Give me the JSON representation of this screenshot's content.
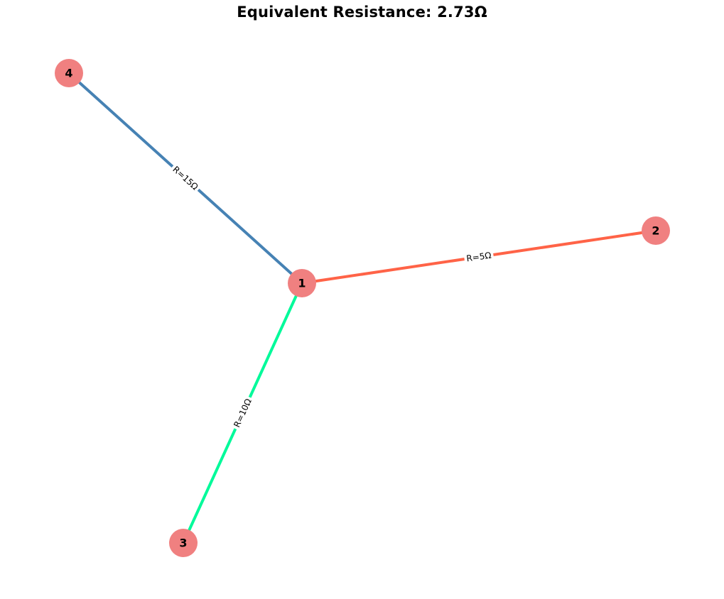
{
  "title": "Equivalent Resistance: 2.73Ω",
  "node_color": "#f08080",
  "nodes": [
    {
      "id": "1",
      "label": "1"
    },
    {
      "id": "2",
      "label": "2"
    },
    {
      "id": "3",
      "label": "3"
    },
    {
      "id": "4",
      "label": "4"
    }
  ],
  "edges": [
    {
      "from": "1",
      "to": "2",
      "label": "R=5Ω",
      "color": "#ff6347"
    },
    {
      "from": "1",
      "to": "3",
      "label": "R=10Ω",
      "color": "#00fa9a"
    },
    {
      "from": "1",
      "to": "4",
      "label": "R=15Ω",
      "color": "#4682b4"
    }
  ]
}
